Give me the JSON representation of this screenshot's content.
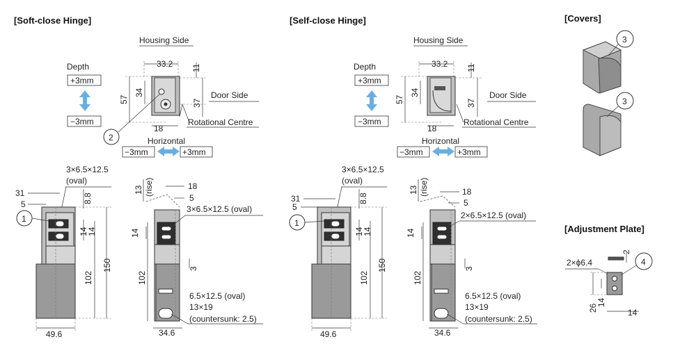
{
  "sections": {
    "soft_close": "[Soft-close Hinge]",
    "self_close": "[Self-close Hinge]",
    "covers": "[Covers]",
    "adjustment_plate": "[Adjustment Plate]"
  },
  "soft_top": {
    "housing_side": "Housing Side",
    "door_side": "Door Side",
    "depth": "Depth",
    "plus3": "+3mm",
    "minus3": "−3mm",
    "horizontal": "Horizontal",
    "h_minus3": "−3mm",
    "h_plus3": "+3mm",
    "rotational_centre": "Rotational Centre",
    "d33_2": "33.2",
    "d11": "11",
    "d34": "34",
    "d57": "57",
    "d37": "37",
    "d18": "18",
    "callout": "2"
  },
  "self_top": {
    "housing_side": "Housing Side",
    "door_side": "Door Side",
    "depth": "Depth",
    "plus3": "+3mm",
    "minus3": "−3mm",
    "horizontal": "Horizontal",
    "h_minus3": "−3mm",
    "h_plus3": "+3mm",
    "rotational_centre": "Rotational Centre",
    "d33_2": "33.2",
    "d11": "11",
    "d34": "34",
    "d57": "57",
    "d37": "37",
    "d18": "18"
  },
  "soft_front": {
    "oval_a": "3×6.5×12.5",
    "oval_b": "(oval)",
    "d31": "31",
    "d5": "5",
    "d8_8": "8.8",
    "d14a": "14",
    "d14b": "14",
    "d102": "102",
    "d150": "150",
    "d49_6": "49.6",
    "callout": "1"
  },
  "soft_side": {
    "d13": "13",
    "rise": "(rise)",
    "d18": "18",
    "d5": "5",
    "oval": "3×6.5×12.5 (oval)",
    "d14": "14",
    "d102": "102",
    "d3": "3",
    "bottom_oval": "6.5×12.5 (oval)",
    "d13x19": "13×19",
    "countersunk": "(countersunk: 2.5)",
    "d34_6": "34.6"
  },
  "self_front": {
    "oval_a": "3×6.5×12.5",
    "oval_b": "(oval)",
    "d31": "31",
    "d5": "5",
    "d8_8": "8.8",
    "d14a": "14",
    "d14b": "14",
    "d102": "102",
    "d150": "150",
    "d49_6": "49.6",
    "callout": "1"
  },
  "self_side": {
    "d13": "13",
    "rise": "(rise)",
    "d18": "18",
    "d5": "5",
    "oval": "2×6.5×12.5 (oval)",
    "d14": "14",
    "d102": "102",
    "d3": "3",
    "bottom_oval": "6.5×12.5 (oval)",
    "d13x19": "13×19",
    "countersunk": "(countersunk: 2.5)",
    "d34_6": "34.6"
  },
  "covers": {
    "callout_a": "3",
    "callout_b": "3"
  },
  "plate": {
    "d2": "2",
    "holes": "2×ϕ6.4",
    "d26": "26",
    "d14v": "14",
    "d14h": "14",
    "callout": "4"
  }
}
